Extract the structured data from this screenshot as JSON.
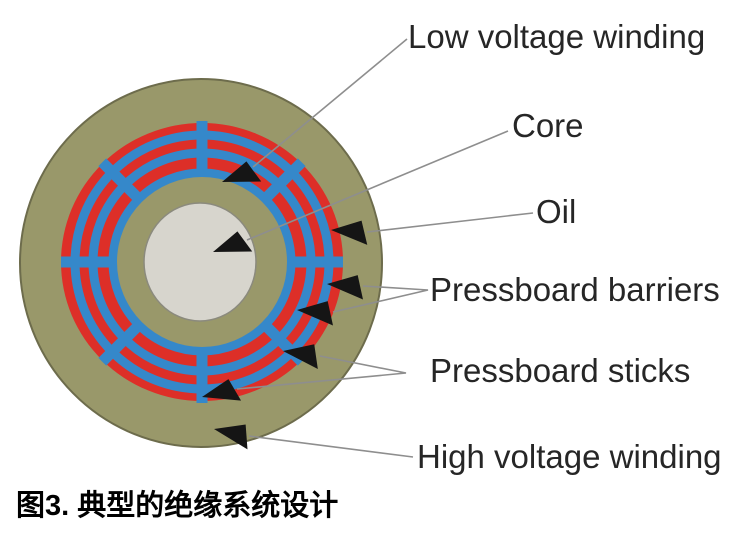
{
  "figure": {
    "type": "transformer-insulation-system-cross-section",
    "labels": {
      "low_voltage_winding": "Low voltage winding",
      "core": "Core",
      "oil": "Oil",
      "pressboard_barriers": "Pressboard barriers",
      "pressboard_sticks": "Pressboard sticks",
      "high_voltage_winding": "High voltage winding"
    },
    "caption": "图3. 典型的绝缘系统设计",
    "colors": {
      "winding_olive": "#99986a",
      "olive_outline": "#6d6c4c",
      "duct_red": "#dd2f28",
      "pressboard_blue": "#3588ca",
      "core_gray": "#d7d5cd",
      "core_outline": "#8b8a7d",
      "leader_line": "#8e8e8e",
      "arrow_black": "#151515",
      "label_text": "#262626"
    }
  }
}
